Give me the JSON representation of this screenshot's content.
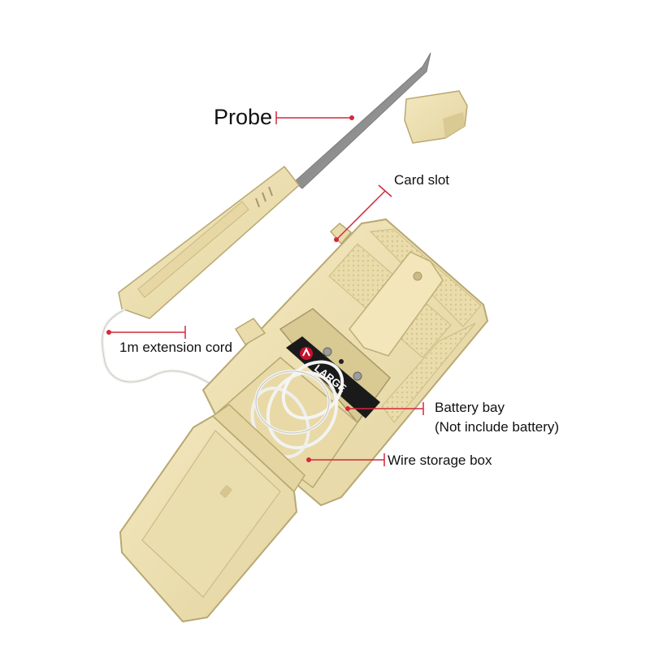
{
  "labels": {
    "probe": "Probe",
    "card_slot": "Card slot",
    "extension_cord": "1m extension cord",
    "battery_bay": "Battery bay",
    "battery_note": "(Not include battery)",
    "wire_storage": "Wire storage box"
  },
  "battery_brand": "LARGE",
  "colors": {
    "background": "#ffffff",
    "device_body": "#efe3b4",
    "device_shade": "#d9c992",
    "probe_metal": "#9a9a9a",
    "cord": "#f4f4f2",
    "leader_line": "#d4283c",
    "battery": "#1a1a1a",
    "battery_accent": "#c8102e",
    "text": "#111111"
  }
}
